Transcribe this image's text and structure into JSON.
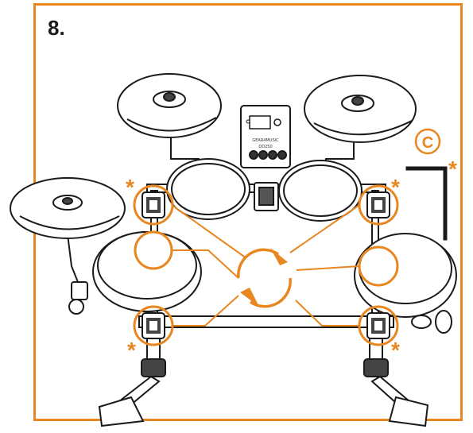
{
  "step": {
    "number": "8."
  },
  "callout": {
    "letter": "C"
  },
  "markers": {
    "asterisk": "*"
  },
  "module": {
    "brand": "GEAR4MUSIC",
    "model": "DD250"
  },
  "colors": {
    "accent": "#e8861f",
    "line": "#1a1a1a",
    "fill": "#ffffff"
  },
  "icons": {
    "rotate": "rotate-arrows-icon",
    "key": "drum-key-icon"
  }
}
